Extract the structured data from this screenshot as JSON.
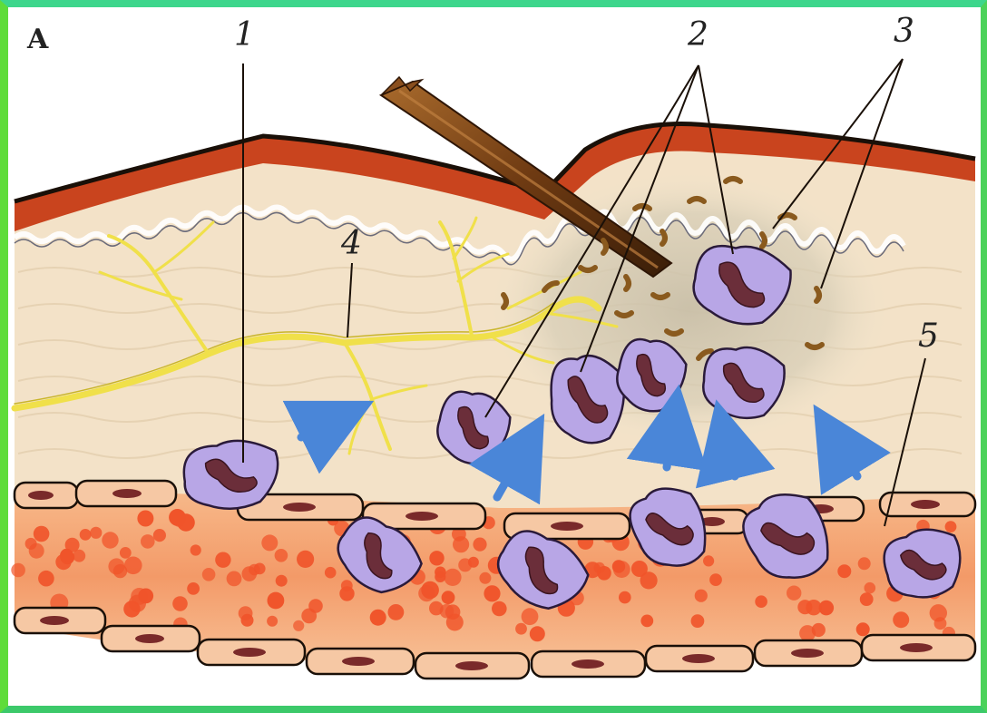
{
  "panel_letter": "A",
  "labels": [
    "1",
    "2",
    "3",
    "4",
    "5"
  ],
  "colors": {
    "frame_green": "#3dd68c",
    "skin_red": "#c9441e",
    "dermis": "#f3e2c8",
    "nerve_yellow": "#f0e04a",
    "leukocyte_fill": "#b8a6e6",
    "nucleus": "#6b2e3a",
    "blood_red": "#f0542a",
    "arrow_blue": "#4a86d8",
    "splinter_brown": "#8a4f1e"
  },
  "icons": [
    "splinter-icon",
    "leukocyte-icon",
    "bacterium-icon",
    "migration-arrow-icon",
    "nerve-icon"
  ]
}
